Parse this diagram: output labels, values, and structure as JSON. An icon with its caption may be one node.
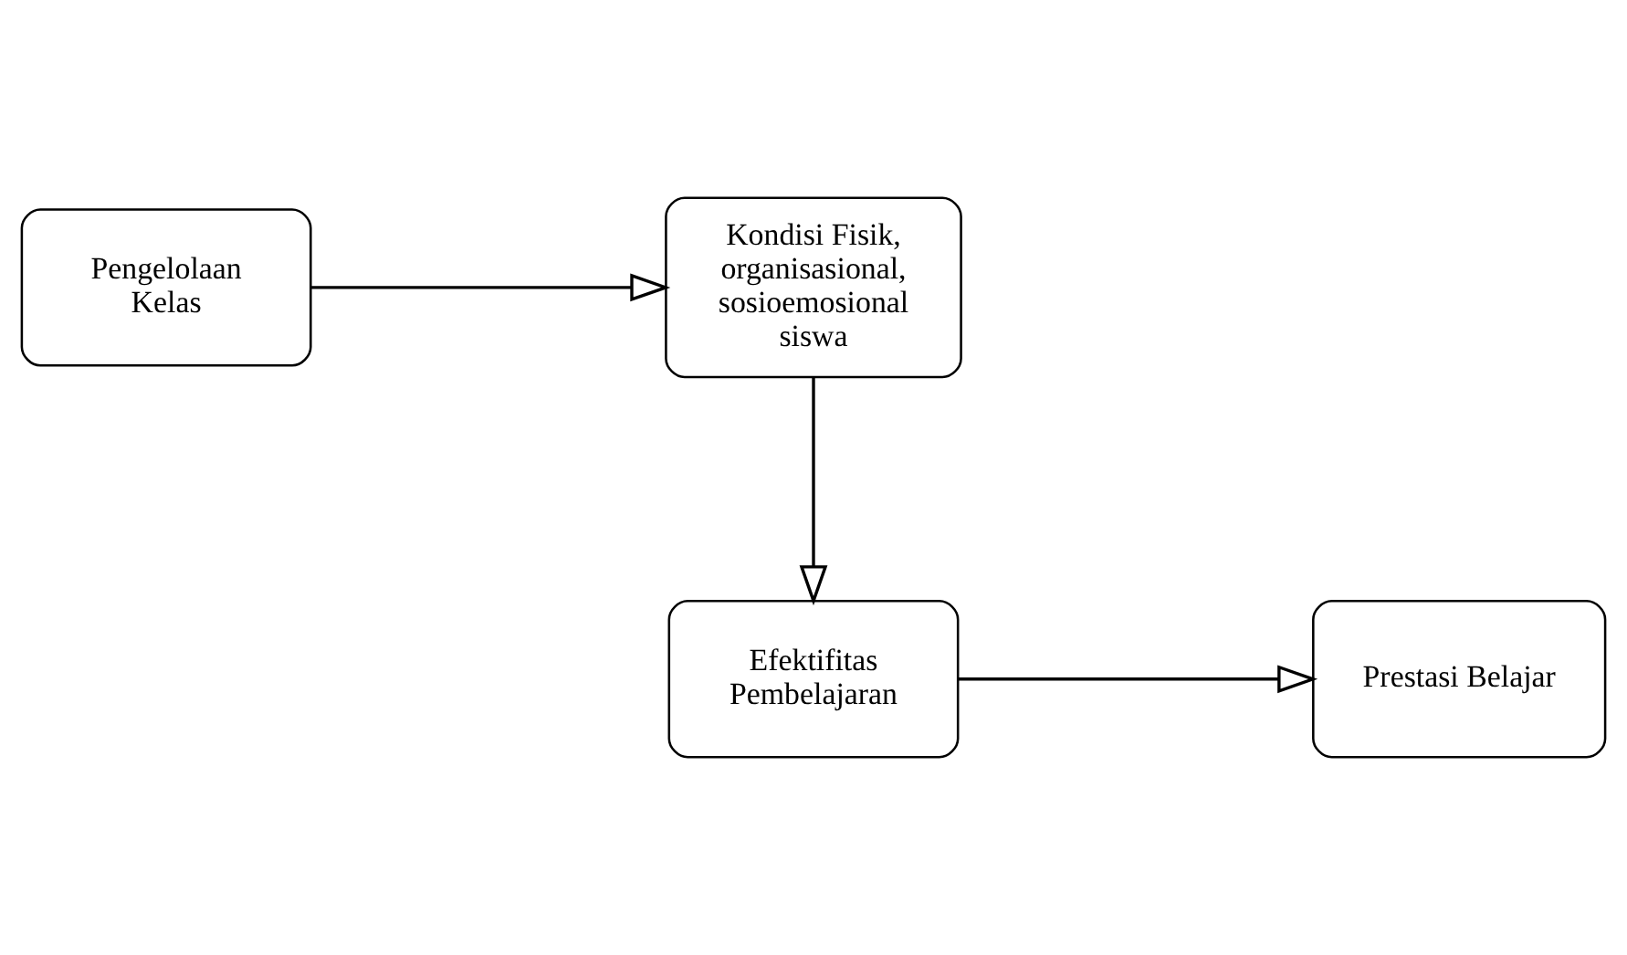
{
  "diagram": {
    "nodes": [
      {
        "text": [
          "Pengelolaan Kelas"
        ]
      },
      {
        "text": [
          "Kondisi Fisik, organisasional, sosioemosional siswa"
        ]
      },
      {
        "text": [
          "Efektifitas Pembelajaran"
        ]
      },
      {
        "text": [
          "Prestasi Belajar"
        ]
      }
    ],
    "edges": [
      {
        "from": 0,
        "to": 1,
        "arrow": "to"
      },
      {
        "from": 1,
        "to": 2,
        "arrow": "to"
      },
      {
        "from": 2,
        "to": 3,
        "arrow": "to"
      }
    ]
  }
}
